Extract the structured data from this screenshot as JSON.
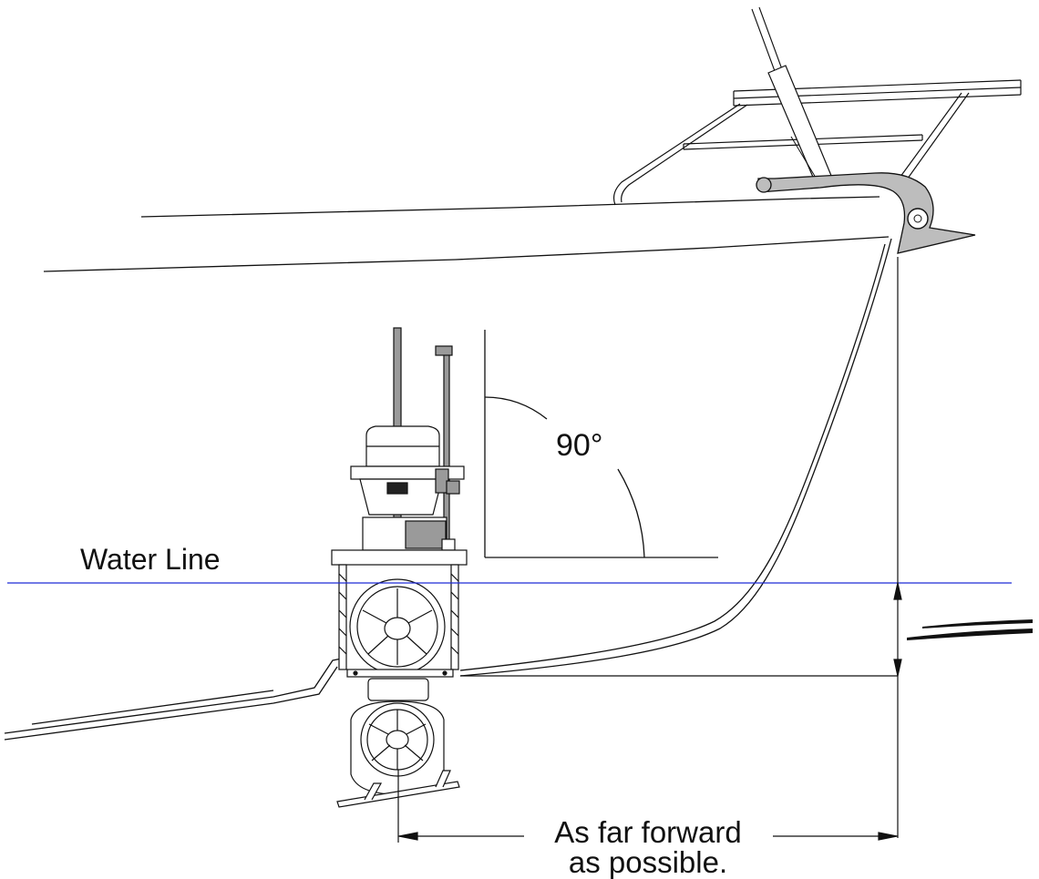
{
  "labels": {
    "water_line": "Water Line",
    "angle": "90°",
    "forward_line1": "As far forward",
    "forward_line2": "as possible."
  },
  "colors": {
    "water_line": "#1f2bd6",
    "ink": "#111111",
    "fitting_gray": "#bdbdbd"
  }
}
